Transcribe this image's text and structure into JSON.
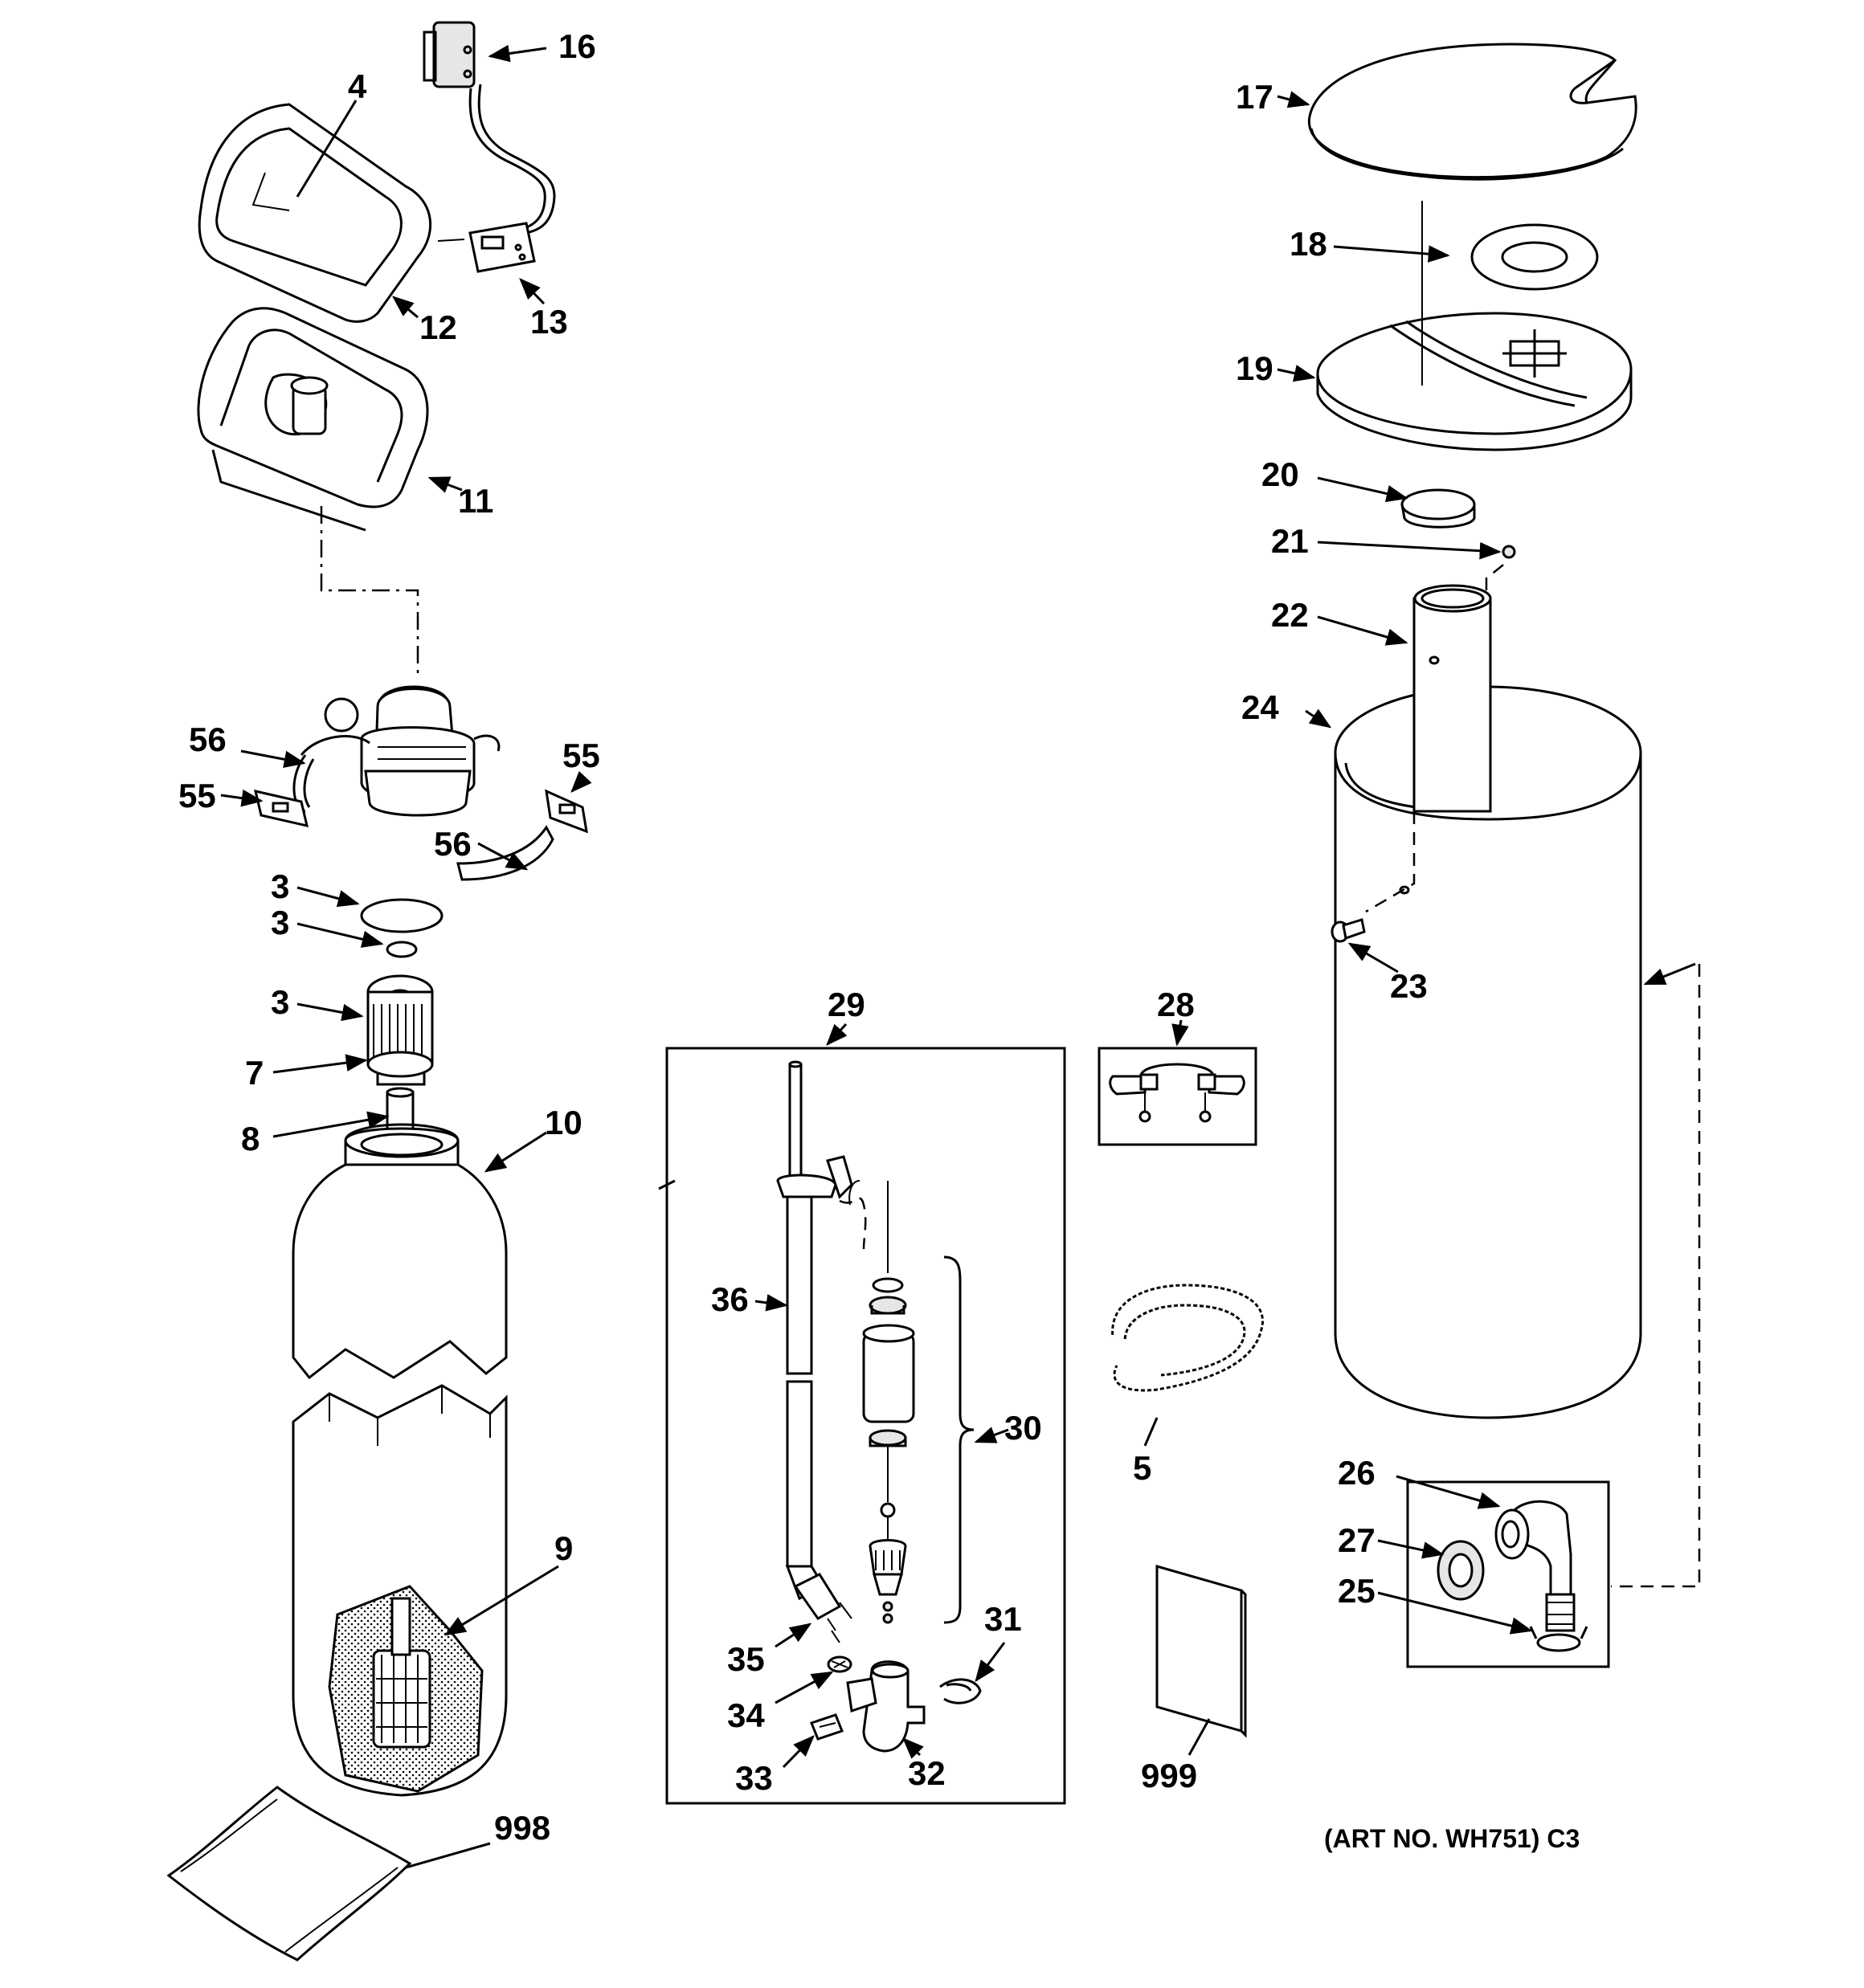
{
  "callouts": {
    "c1": "16",
    "c2": "4",
    "c3": "12",
    "c4": "13",
    "c5": "11",
    "c6": "56",
    "c7": "55",
    "c8": "55",
    "c9": "56",
    "c10": "3",
    "c11": "3",
    "c12": "3",
    "c13": "7",
    "c14": "8",
    "c15": "10",
    "c16": "9",
    "c17": "998",
    "c18": "29",
    "c19": "36",
    "c20": "30",
    "c21": "31",
    "c22": "35",
    "c23": "34",
    "c24": "33",
    "c25": "32",
    "c26": "28",
    "c27": "5",
    "c28": "999",
    "c29": "17",
    "c30": "18",
    "c31": "19",
    "c32": "20",
    "c33": "21",
    "c34": "22",
    "c35": "24",
    "c36": "23",
    "c37": "26",
    "c38": "27",
    "c39": "25"
  },
  "art_number": "(ART NO. WH751) C3"
}
